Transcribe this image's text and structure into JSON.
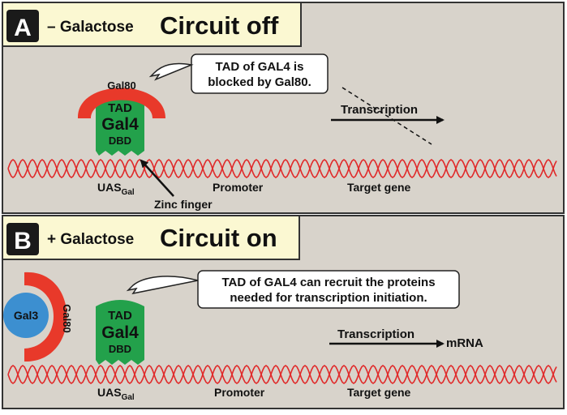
{
  "panel_a": {
    "letter": "A",
    "condition": "– Galactose",
    "state": "Circuit off",
    "callout": [
      "TAD of GAL4 is",
      "blocked by Gal80."
    ],
    "gal80": "Gal80",
    "gal4_tad": "TAD",
    "gal4_name": "Gal4",
    "gal4_dbd": "DBD",
    "transcription": "Transcription",
    "uas_main": "UAS",
    "uas_sub": "Gal",
    "promoter": "Promoter",
    "target_gene": "Target gene",
    "zinc_finger": "Zinc finger"
  },
  "panel_b": {
    "letter": "B",
    "condition": "+ Galactose",
    "state": "Circuit on",
    "callout": [
      "TAD of GAL4 can recruit the proteins",
      "needed for transcription initiation."
    ],
    "gal3": "Gal3",
    "gal80": "Gal80",
    "gal4_tad": "TAD",
    "gal4_name": "Gal4",
    "gal4_dbd": "DBD",
    "transcription": "Transcription",
    "mrna": "mRNA",
    "uas_main": "UAS",
    "uas_sub": "Gal",
    "promoter": "Promoter",
    "target_gene": "Target gene"
  },
  "colors": {
    "panel_bg": "#d8d3cb",
    "header_bg": "#fbf8d2",
    "gal80": "#e8392a",
    "gal4": "#23a14b",
    "gal3": "#3c8fd0",
    "dna": "#e02a2a"
  }
}
